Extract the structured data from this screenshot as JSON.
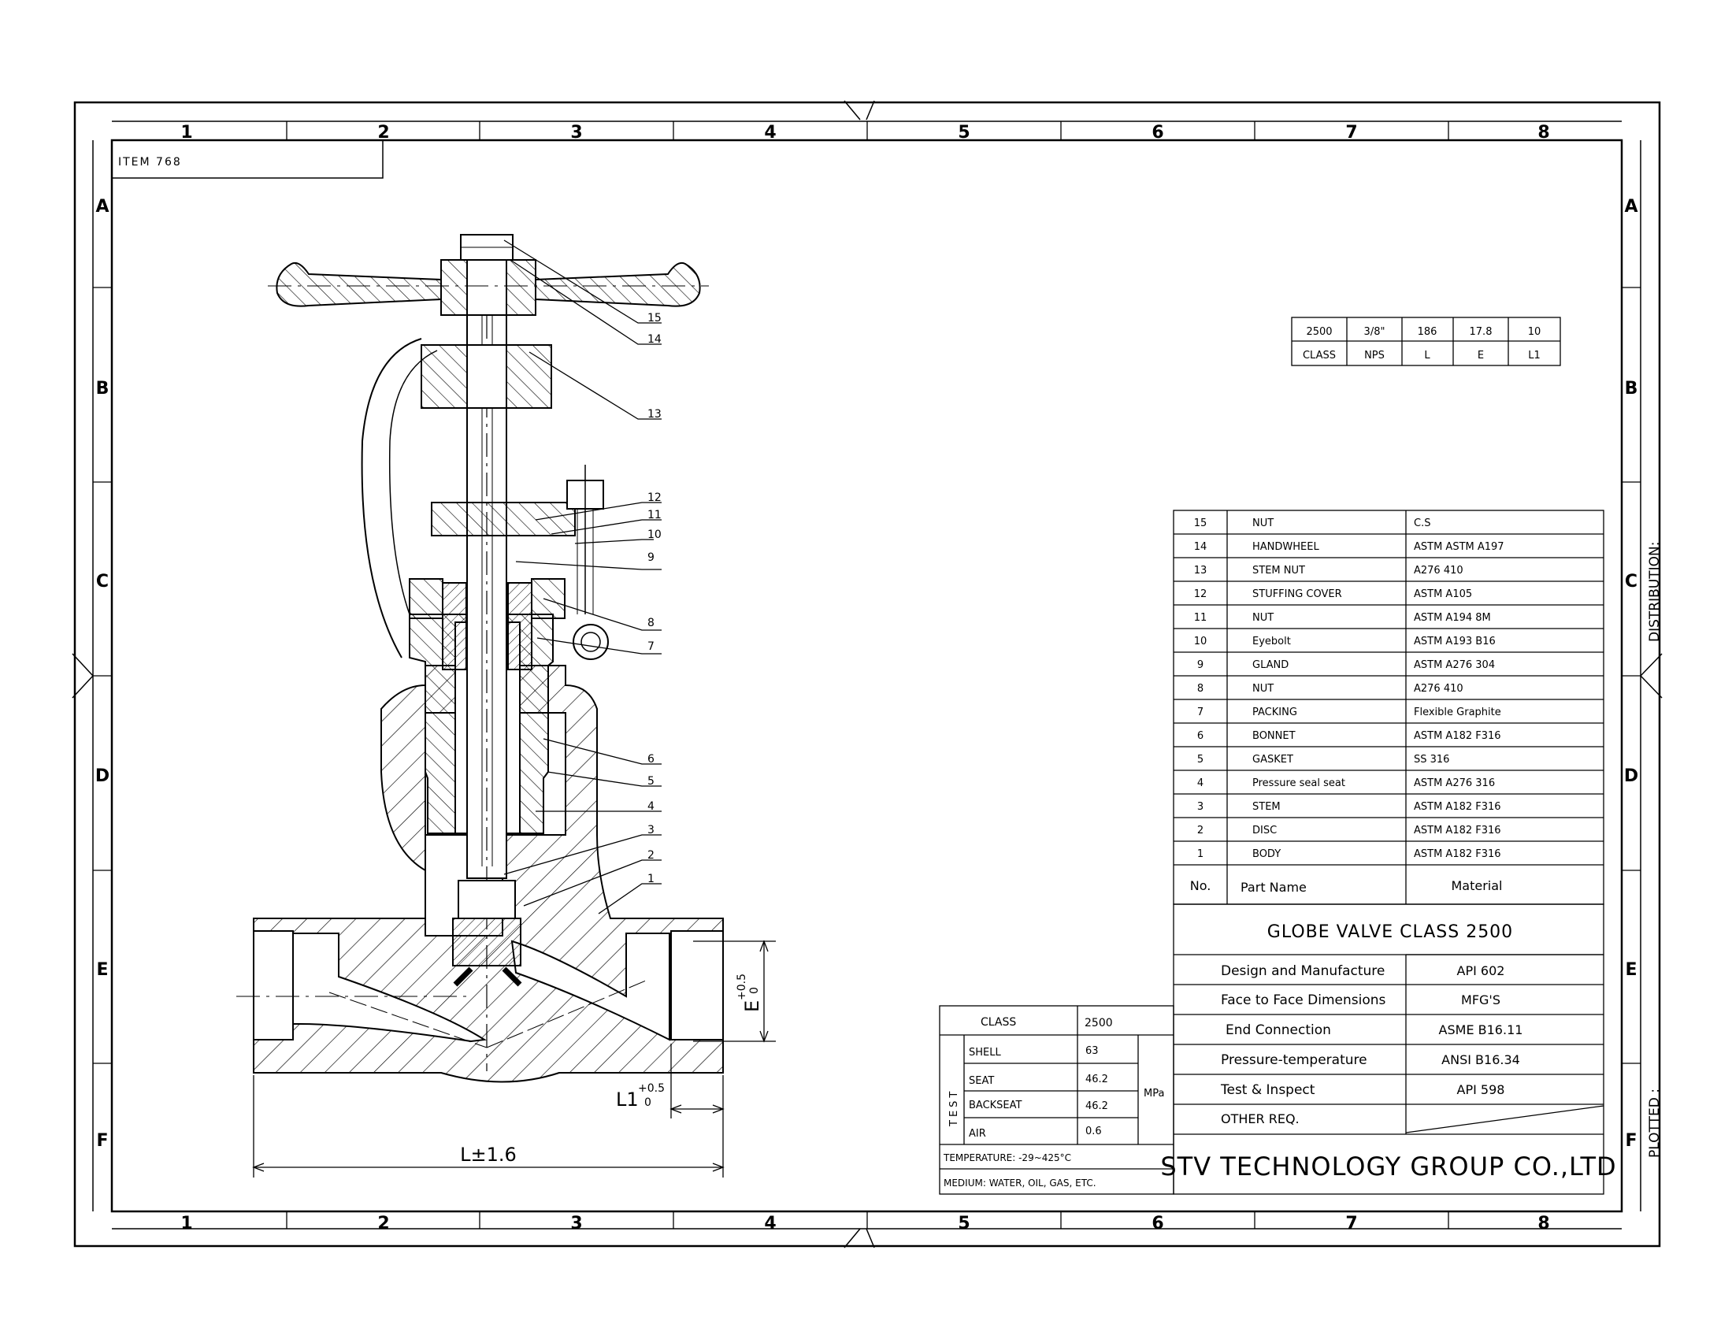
{
  "sheet": {
    "item_label": "ITEM 768",
    "col_labels": [
      "1",
      "2",
      "3",
      "4",
      "5",
      "6",
      "7",
      "8"
    ],
    "row_labels": [
      "A",
      "B",
      "C",
      "D",
      "E",
      "F"
    ],
    "distribution_label": "DISTRIBUTION:",
    "plotted_label": "PLOTTED :"
  },
  "drawing": {
    "balloons": [
      "15",
      "14",
      "13",
      "12",
      "11",
      "10",
      "9",
      "8",
      "7",
      "6",
      "5",
      "4",
      "3",
      "2",
      "1"
    ],
    "dim_E": "E",
    "dim_E_tol_plus": "+0.5",
    "dim_E_tol_zero": "0",
    "dim_L1": "L1",
    "dim_L1_tol_plus": "+0.5",
    "dim_L1_tol_zero": "0",
    "dim_L": "L±1.6"
  },
  "dimension_table": {
    "values": [
      "2500",
      "3/8\"",
      "186",
      "17.8",
      "10"
    ],
    "headers": [
      "CLASS",
      "NPS",
      "L",
      "E",
      "L1"
    ]
  },
  "bom": {
    "rows": [
      {
        "no": "15",
        "name": "NUT",
        "material": "C.S"
      },
      {
        "no": "14",
        "name": "HANDWHEEL",
        "material": "ASTM ASTM A197"
      },
      {
        "no": "13",
        "name": "STEM NUT",
        "material": "A276 410"
      },
      {
        "no": "12",
        "name": "STUFFING COVER",
        "material": "ASTM A105"
      },
      {
        "no": "11",
        "name": "NUT",
        "material": "ASTM A194 8M"
      },
      {
        "no": "10",
        "name": "Eyebolt",
        "material": "ASTM A193 B16"
      },
      {
        "no": "9",
        "name": "GLAND",
        "material": "ASTM A276 304"
      },
      {
        "no": "8",
        "name": "NUT",
        "material": "A276 410"
      },
      {
        "no": "7",
        "name": "PACKING",
        "material": "Flexible Graphite"
      },
      {
        "no": "6",
        "name": "BONNET",
        "material": "ASTM A182 F316"
      },
      {
        "no": "5",
        "name": "GASKET",
        "material": "SS 316"
      },
      {
        "no": "4",
        "name": "Pressure seal seat",
        "material": "ASTM A276 316"
      },
      {
        "no": "3",
        "name": "STEM",
        "material": "ASTM A182 F316"
      },
      {
        "no": "2",
        "name": "DISC",
        "material": "ASTM A182 F316"
      },
      {
        "no": "1",
        "name": "BODY",
        "material": "ASTM A182 F316"
      }
    ],
    "header_no": "No.",
    "header_name": "Part Name",
    "header_material": "Material"
  },
  "title_block": {
    "product": "GLOBE VALVE CLASS 2500",
    "specs": [
      {
        "label": "Design and Manufacture",
        "value": "API 602"
      },
      {
        "label": "Face to Face Dimensions",
        "value": "MFG'S"
      },
      {
        "label": "End Connection",
        "value": "ASME B16.11"
      },
      {
        "label": "Pressure-temperature",
        "value": "ANSI B16.34"
      },
      {
        "label": "Test & Inspect",
        "value": "API 598"
      },
      {
        "label": "OTHER REQ.",
        "value": ""
      }
    ],
    "company": "STV TECHNOLOGY GROUP CO.,LTD"
  },
  "test_table": {
    "class_label": "CLASS",
    "class_value": "2500",
    "test_label": "TEST",
    "unit": "MPa",
    "rows": [
      {
        "label": "SHELL",
        "value": "63"
      },
      {
        "label": "SEAT",
        "value": "46.2"
      },
      {
        "label": "BACKSEAT",
        "value": "46.2"
      },
      {
        "label": "AIR",
        "value": "0.6"
      }
    ],
    "temperature": "TEMPERATURE: -29~425°C",
    "medium": "MEDIUM: WATER, OIL, GAS, ETC."
  }
}
